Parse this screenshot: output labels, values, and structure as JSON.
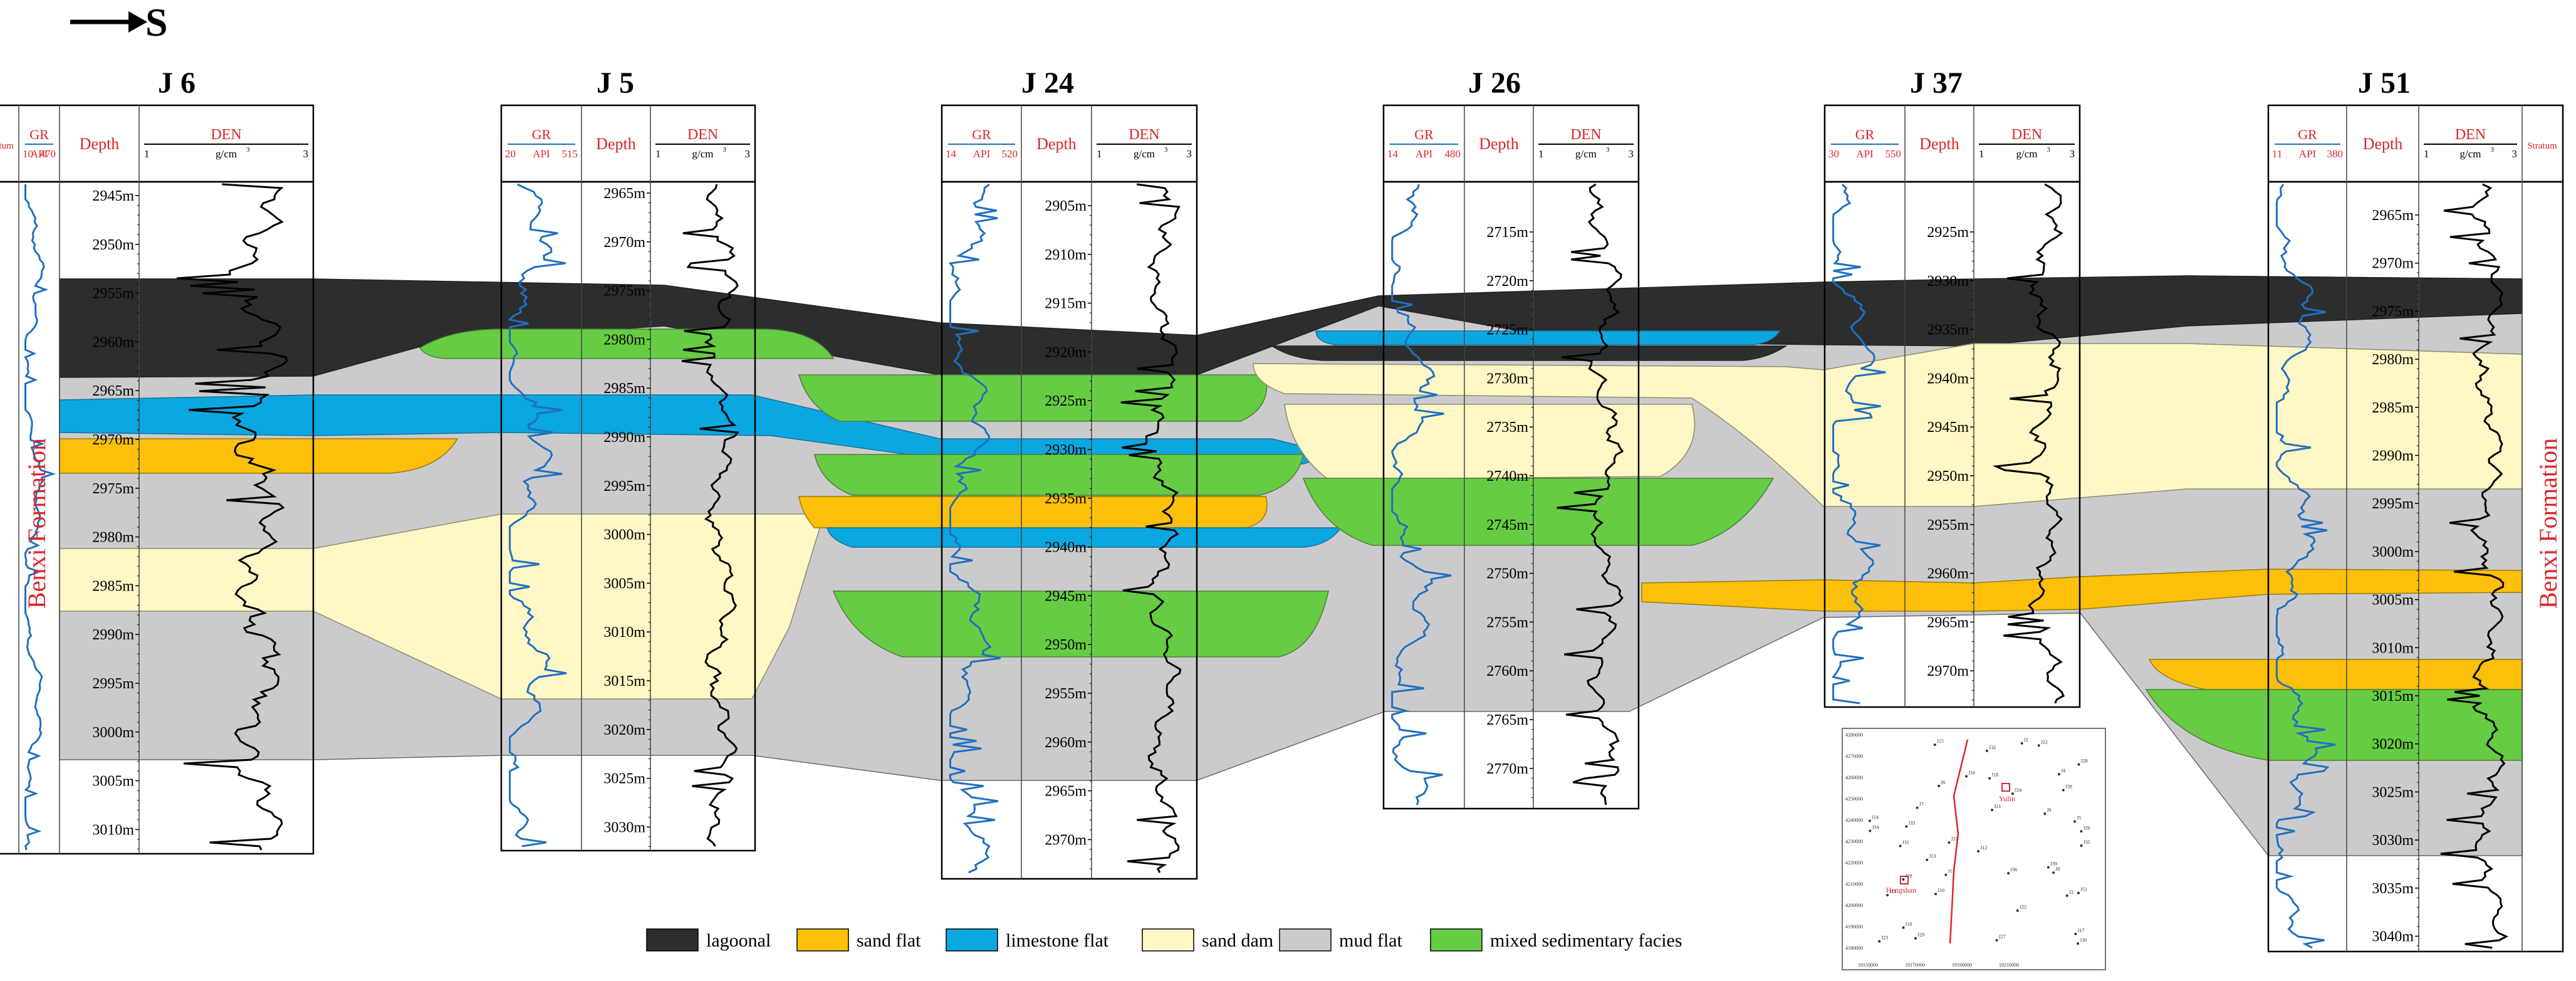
{
  "direction": {
    "label": "S"
  },
  "colors": {
    "lagoonal": "#2c2e2e",
    "sand_flat": "#fcc00a",
    "limestone_flat": "#0ba7e0",
    "sand_dam": "#fff7c5",
    "mud_flat": "#cbcbcd",
    "mixed": "#66cc44",
    "log_gr": "#1f6fc0",
    "label_red": "#d9262b"
  },
  "header": {
    "stratum": "Stratum",
    "gr": "GR",
    "api": "API",
    "depth": "Depth",
    "den": "DEN",
    "den_unit": "g/cm",
    "den_unit_exp": "3",
    "den_min": "1",
    "den_max": "3"
  },
  "formation": {
    "left": "Benxi Formation",
    "right": "Benxi Formation"
  },
  "wells": [
    {
      "name": "J 6",
      "gr_min": "10",
      "gr_max": "470",
      "depths": [
        "2945m",
        "2950m",
        "2955m",
        "2960m",
        "2965m",
        "2970m",
        "2975m",
        "2980m",
        "2985m",
        "2990m",
        "2995m",
        "3000m",
        "3005m",
        "3010m"
      ]
    },
    {
      "name": "J 5",
      "gr_min": "20",
      "gr_max": "515",
      "depths": [
        "2965m",
        "2970m",
        "2975m",
        "2980m",
        "2985m",
        "2990m",
        "2995m",
        "3000m",
        "3005m",
        "3010m",
        "3015m",
        "3020m",
        "3025m",
        "3030m"
      ]
    },
    {
      "name": "J 24",
      "gr_min": "14",
      "gr_max": "520",
      "depths": [
        "2905m",
        "2910m",
        "2915m",
        "2920m",
        "2925m",
        "2930m",
        "2935m",
        "2940m",
        "2945m",
        "2950m",
        "2955m",
        "2960m",
        "2965m",
        "2970m"
      ]
    },
    {
      "name": "J 26",
      "gr_min": "14",
      "gr_max": "480",
      "depths": [
        "2715m",
        "2720m",
        "2725m",
        "2730m",
        "2735m",
        "2740m",
        "2745m",
        "2750m",
        "2755m",
        "2760m",
        "2765m",
        "2770m"
      ]
    },
    {
      "name": "J 37",
      "gr_min": "30",
      "gr_max": "550",
      "depths": [
        "2925m",
        "2930m",
        "2935m",
        "2940m",
        "2945m",
        "2950m",
        "2955m",
        "2960m",
        "2965m",
        "2970m"
      ]
    },
    {
      "name": "J 51",
      "gr_min": "11",
      "gr_max": "380",
      "depths": [
        "2965m",
        "2970m",
        "2975m",
        "2980m",
        "2985m",
        "2990m",
        "2995m",
        "3000m",
        "3005m",
        "3010m",
        "3015m",
        "3020m",
        "3025m",
        "3030m",
        "3035m",
        "3040m"
      ]
    }
  ],
  "legend": [
    {
      "key": "lagoonal",
      "label": "lagoonal"
    },
    {
      "key": "sand_flat",
      "label": "sand flat"
    },
    {
      "key": "limestone_flat",
      "label": "limestone flat"
    },
    {
      "key": "sand_dam",
      "label": "sand dam"
    },
    {
      "key": "mud_flat",
      "label": "mud flat"
    },
    {
      "key": "mixed",
      "label": "mixed sedimentary facies"
    }
  ],
  "map": {
    "towns": [
      "Yulin",
      "Hengshan"
    ],
    "x_ticks": [
      "19150000",
      "19170000",
      "19190000",
      "19210000"
    ],
    "y_ticks": [
      "4280000",
      "4270000",
      "4260000",
      "4250000",
      "4240000",
      "4230000",
      "4220000",
      "4210000",
      "4200000",
      "4190000",
      "4180000"
    ],
    "wells": [
      "J6",
      "J5",
      "J24",
      "J26",
      "J37",
      "J51",
      "J1",
      "J2",
      "J3",
      "J4",
      "J7",
      "J8",
      "J9",
      "J10",
      "J11",
      "J12",
      "J13",
      "J14",
      "J15",
      "J16",
      "J17",
      "J18",
      "J19",
      "J20",
      "J21",
      "J22",
      "J23",
      "J25",
      "J27",
      "J28",
      "J29",
      "J30",
      "J31",
      "J32",
      "J33",
      "J34",
      "J35",
      "J36",
      "J38",
      "J39"
    ]
  }
}
